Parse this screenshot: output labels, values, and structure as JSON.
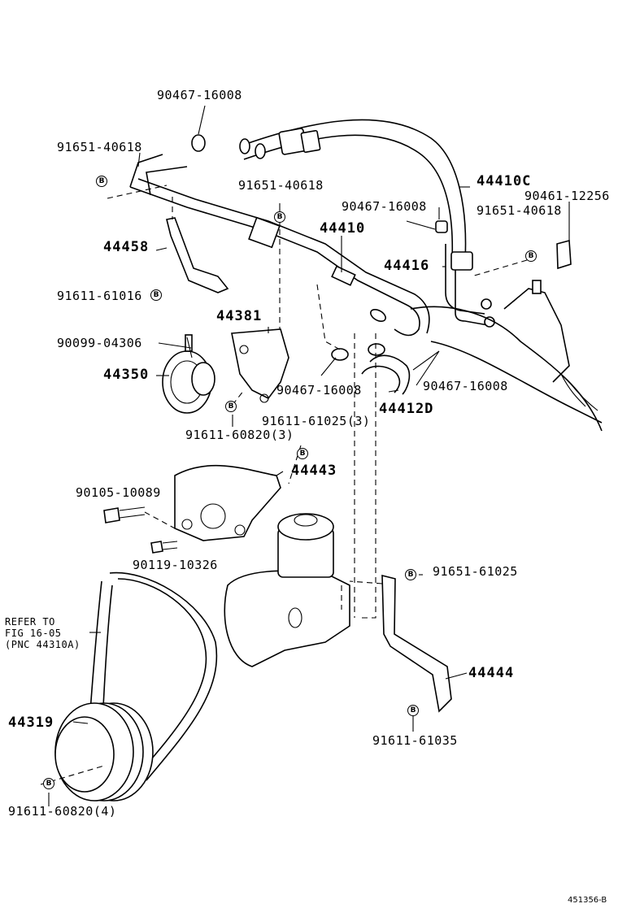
{
  "labels": {
    "p_90467_16008_top": "90467-16008",
    "p_91651_40618_a": "91651-40618",
    "p_91651_40618_b": "91651-40618",
    "p_44410c": "44410C",
    "p_90467_16008_mid": "90467-16008",
    "p_90461_12256": "90461-12256",
    "p_91651_40618_c": "91651-40618",
    "p_44410": "44410",
    "p_44458": "44458",
    "p_44416": "44416",
    "p_91611_61016": "91611-61016",
    "p_44381": "44381",
    "p_90099_04306": "90099-04306",
    "p_44350": "44350",
    "p_90467_16008_low": "90467-16008",
    "p_90467_16008_right": "90467-16008",
    "p_44412d": "44412D",
    "p_91611_61025_3": "91611-61025(3)",
    "p_91611_60820_3": "91611-60820(3)",
    "p_44443": "44443",
    "p_90105_10089": "90105-10089",
    "p_90119_10326": "90119-10326",
    "p_91651_61025": "91651-61025",
    "p_44444": "44444",
    "p_44319": "44319",
    "p_91611_61035": "91611-61035",
    "p_91611_60820_4": "91611-60820(4)"
  },
  "refer_note": {
    "line1": "REFER TO",
    "line2": "FIG 16-05",
    "line3": "(PNC 44310A)"
  },
  "b_mark": "B",
  "figure_id": "451356-B"
}
